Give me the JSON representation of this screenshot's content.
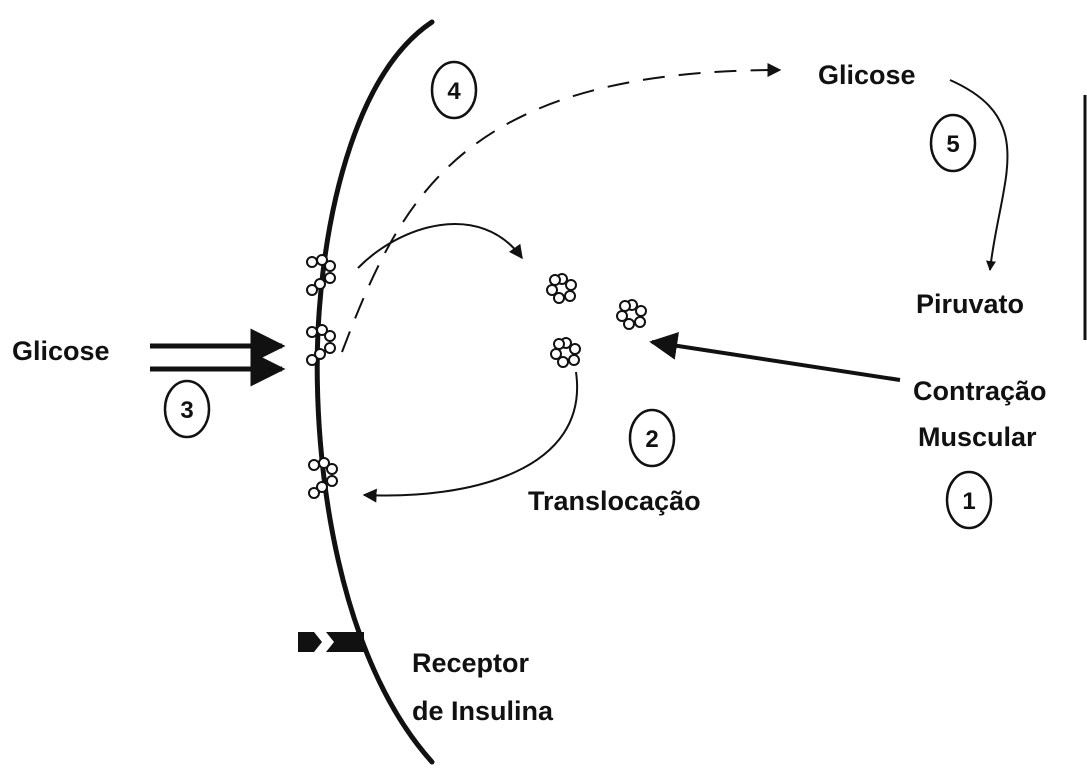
{
  "labels": {
    "glicose_top": "Glicose",
    "piruvato": "Piruvato",
    "glicose_left": "Glicose",
    "contracao_line1": "Contração",
    "contracao_line2": "Muscular",
    "translocacao": "Translocação",
    "receptor_line1": "Receptor",
    "receptor_line2": "de Insulina"
  },
  "steps": [
    "1",
    "2",
    "3",
    "4",
    "5"
  ]
}
